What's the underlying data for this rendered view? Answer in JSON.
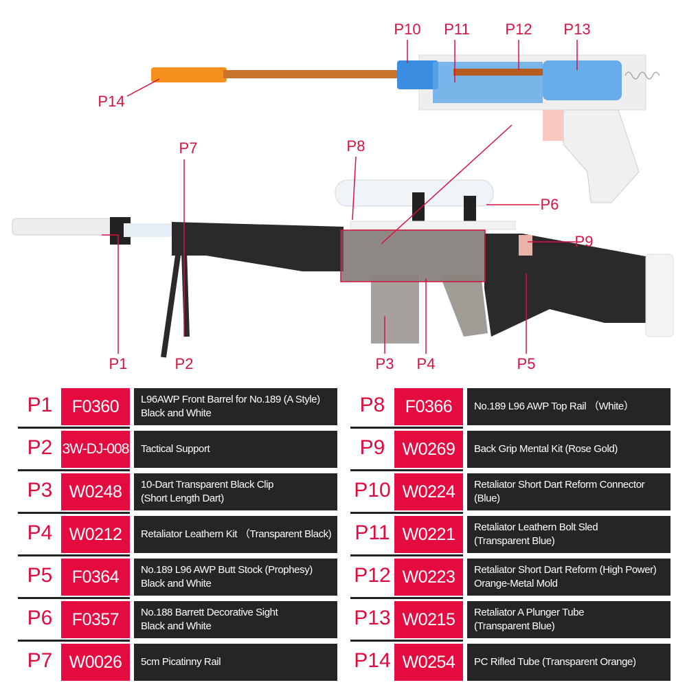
{
  "colors": {
    "label_red": "#d6123f",
    "code_red": "#e30b40",
    "desc_bg": "#252525"
  },
  "callouts": {
    "p1": "P1",
    "p2": "P2",
    "p3": "P3",
    "p4": "P4",
    "p5": "P5",
    "p6": "P6",
    "p7": "P7",
    "p8": "P8",
    "p9": "P9",
    "p10": "P10",
    "p11": "P11",
    "p12": "P12",
    "p13": "P13",
    "p14": "P14"
  },
  "parts": [
    {
      "id": "P1",
      "code": "F0360",
      "lines": [
        "L96AWP Front Barrel for No.189  (A Style)",
        "Black and  White"
      ]
    },
    {
      "id": "P2",
      "code": "3W-DJ-008",
      "lines": [
        "Tactical Support"
      ]
    },
    {
      "id": "P3",
      "code": "W0248",
      "lines": [
        "10-Dart Transparent Black Clip",
        "(Short Length Dart)"
      ]
    },
    {
      "id": "P4",
      "code": "W0212",
      "lines": [
        "Retaliator Leathern Kit （Transparent Black)"
      ]
    },
    {
      "id": "P5",
      "code": "F0364",
      "lines": [
        "No.189 L96 AWP Butt Stock (Prophesy)",
        "Black and  White"
      ]
    },
    {
      "id": "P6",
      "code": "F0357",
      "lines": [
        "No.188 Barrett Decorative Sight",
        "Black and  White"
      ]
    },
    {
      "id": "P7",
      "code": "W0026",
      "lines": [
        "5cm Picatinny Rail"
      ]
    },
    {
      "id": "P8",
      "code": "F0366",
      "lines": [
        "No.189 L96 AWP Top Rail （White）"
      ]
    },
    {
      "id": "P9",
      "code": "W0269",
      "lines": [
        "Back Grip Mental Kit  (Rose Gold)"
      ]
    },
    {
      "id": "P10",
      "code": "W0224",
      "lines": [
        "Retaliator Short Dart Reform Connector",
        "(Blue)"
      ]
    },
    {
      "id": "P11",
      "code": "W0221",
      "lines": [
        "Retaliator Leathern Bolt Sled",
        "(Transparent Blue)"
      ]
    },
    {
      "id": "P12",
      "code": "W0223",
      "lines": [
        "Retaliator Short Dart Reform  (High Power)",
        "Orange-Metal Mold"
      ]
    },
    {
      "id": "P13",
      "code": "W0215",
      "lines": [
        "Retaliator  A Plunger Tube",
        "(Transparent Blue)"
      ]
    },
    {
      "id": "P14",
      "code": "W0254",
      "lines": [
        "PC Rifled Tube  (Transparent Orange)"
      ]
    }
  ]
}
